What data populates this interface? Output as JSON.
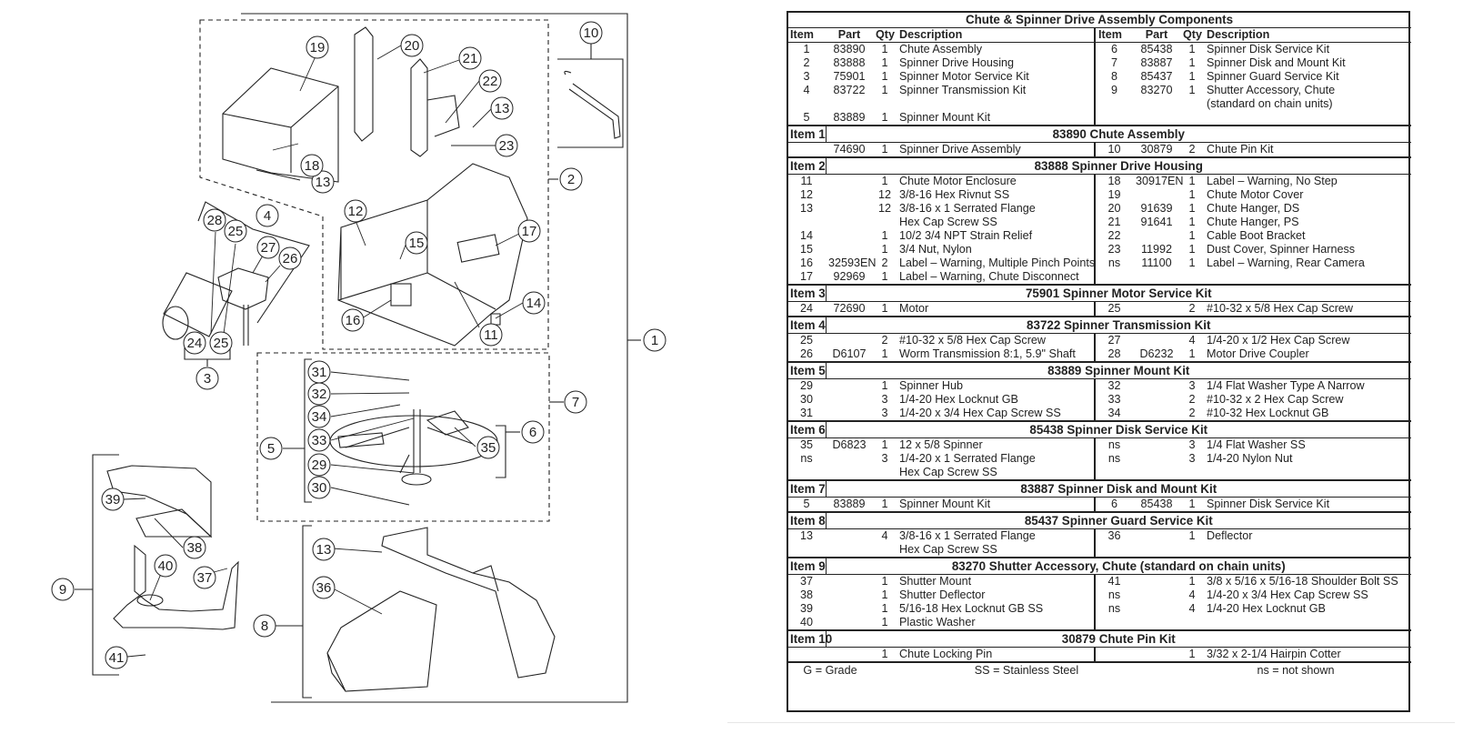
{
  "callouts": [
    "1",
    "2",
    "3",
    "4",
    "5",
    "6",
    "7",
    "8",
    "9",
    "10",
    "11",
    "12",
    "13",
    "13",
    "13",
    "14",
    "15",
    "16",
    "17",
    "18",
    "19",
    "20",
    "21",
    "22",
    "23",
    "24",
    "25",
    "25",
    "26",
    "27",
    "28",
    "29",
    "30",
    "31",
    "32",
    "33",
    "34",
    "35",
    "36",
    "37",
    "38",
    "39",
    "40",
    "41"
  ],
  "table": {
    "title": "Chute & Spinner Drive Assembly Components",
    "headers": [
      "Item",
      "Part",
      "Qty",
      "Description",
      "Item",
      "Part",
      "Qty",
      "Description"
    ],
    "components": [
      [
        "1",
        "83890",
        "1",
        "Chute Assembly",
        "6",
        "85438",
        "1",
        "Spinner Disk Service Kit"
      ],
      [
        "2",
        "83888",
        "1",
        "Spinner Drive Housing",
        "7",
        "83887",
        "1",
        "Spinner Disk and Mount Kit"
      ],
      [
        "3",
        "75901",
        "1",
        "Spinner Motor Service Kit",
        "8",
        "85437",
        "1",
        "Spinner Guard Service Kit"
      ],
      [
        "4",
        "83722",
        "1",
        "Spinner Transmission Kit",
        "9",
        "83270",
        "1",
        "Shutter Accessory, Chute"
      ],
      [
        "",
        "",
        "",
        "",
        "",
        "",
        "",
        "(standard on chain units)"
      ],
      [
        "5",
        "83889",
        "1",
        "Spinner Mount Kit",
        "",
        "",
        "",
        ""
      ]
    ],
    "sections": [
      {
        "label": "Item 1",
        "title": "83890  Chute Assembly",
        "rows": [
          [
            "",
            "74690",
            "1",
            "Spinner Drive Assembly",
            "10",
            "30879",
            "2",
            "Chute Pin Kit"
          ]
        ]
      },
      {
        "label": "Item 2",
        "title": "83888  Spinner Drive Housing",
        "rows": [
          [
            "11",
            "",
            "1",
            "Chute Motor Enclosure",
            "18",
            "30917EN",
            "1",
            "Label – Warning, No Step"
          ],
          [
            "12",
            "",
            "12",
            "3/8-16 Hex Rivnut SS",
            "19",
            "",
            "1",
            "Chute Motor Cover"
          ],
          [
            "13",
            "",
            "12",
            "3/8-16 x 1 Serrated Flange",
            "20",
            "91639",
            "1",
            "Chute Hanger, DS"
          ],
          [
            "",
            "",
            "",
            "Hex Cap Screw SS",
            "21",
            "91641",
            "1",
            "Chute Hanger, PS"
          ],
          [
            "14",
            "",
            "1",
            "10/2 3/4 NPT Strain Relief",
            "22",
            "",
            "1",
            "Cable Boot Bracket"
          ],
          [
            "15",
            "",
            "1",
            "3/4 Nut, Nylon",
            "23",
            "11992",
            "1",
            "Dust Cover, Spinner Harness"
          ],
          [
            "16",
            "32593EN",
            "2",
            "Label – Warning, Multiple Pinch Points",
            "ns",
            "11100",
            "1",
            "Label – Warning, Rear Camera"
          ],
          [
            "17",
            "92969",
            "1",
            "Label – Warning, Chute Disconnect",
            "",
            "",
            "",
            ""
          ]
        ]
      },
      {
        "label": "Item 3",
        "title": "75901  Spinner Motor Service Kit",
        "rows": [
          [
            "24",
            "72690",
            "1",
            "Motor",
            "25",
            "",
            "2",
            "#10-32 x 5/8 Hex Cap Screw"
          ]
        ]
      },
      {
        "label": "Item 4",
        "title": "83722  Spinner Transmission Kit",
        "rows": [
          [
            "25",
            "",
            "2",
            "#10-32 x 5/8 Hex Cap Screw",
            "27",
            "",
            "4",
            "1/4-20 x 1/2 Hex Cap Screw"
          ],
          [
            "26",
            "D6107",
            "1",
            "Worm Transmission 8:1, 5.9\" Shaft",
            "28",
            "D6232",
            "1",
            "Motor Drive Coupler"
          ]
        ]
      },
      {
        "label": "Item 5",
        "title": "83889  Spinner Mount Kit",
        "rows": [
          [
            "29",
            "",
            "1",
            "Spinner Hub",
            "32",
            "",
            "3",
            "1/4 Flat Washer Type A Narrow"
          ],
          [
            "30",
            "",
            "3",
            "1/4-20 Hex Locknut GB",
            "33",
            "",
            "2",
            "#10-32 x 2 Hex Cap Screw"
          ],
          [
            "31",
            "",
            "3",
            "1/4-20 x 3/4 Hex Cap Screw SS",
            "34",
            "",
            "2",
            "#10-32 Hex Locknut GB"
          ]
        ]
      },
      {
        "label": "Item 6",
        "title": "85438  Spinner Disk Service Kit",
        "rows": [
          [
            "35",
            "D6823",
            "1",
            "12 x 5/8 Spinner",
            "ns",
            "",
            "3",
            "1/4 Flat Washer SS"
          ],
          [
            "ns",
            "",
            "3",
            "1/4-20 x 1 Serrated Flange",
            "ns",
            "",
            "3",
            "1/4-20 Nylon Nut"
          ],
          [
            "",
            "",
            "",
            "Hex Cap Screw SS",
            "",
            "",
            "",
            ""
          ]
        ]
      },
      {
        "label": "Item 7",
        "title": "83887  Spinner Disk and Mount Kit",
        "rows": [
          [
            "5",
            "83889",
            "1",
            "Spinner Mount Kit",
            "6",
            "85438",
            "1",
            "Spinner Disk Service Kit"
          ]
        ]
      },
      {
        "label": "Item 8",
        "title": "85437  Spinner Guard Service Kit",
        "rows": [
          [
            "13",
            "",
            "4",
            "3/8-16 x 1 Serrated Flange",
            "36",
            "",
            "1",
            "Deflector"
          ],
          [
            "",
            "",
            "",
            "Hex Cap Screw SS",
            "",
            "",
            "",
            ""
          ]
        ]
      },
      {
        "label": "Item 9",
        "title": "83270  Shutter Accessory, Chute (standard on chain units)",
        "rows": [
          [
            "37",
            "",
            "1",
            "Shutter Mount",
            "41",
            "",
            "1",
            "3/8 x 5/16 x 5/16-18 Shoulder Bolt SS"
          ],
          [
            "38",
            "",
            "1",
            "Shutter Deflector",
            "ns",
            "",
            "4",
            "1/4-20 x 3/4 Hex Cap Screw SS"
          ],
          [
            "39",
            "",
            "1",
            "5/16-18 Hex Locknut GB SS",
            "ns",
            "",
            "4",
            "1/4-20 Hex Locknut GB"
          ],
          [
            "40",
            "",
            "1",
            "Plastic Washer",
            "",
            "",
            "",
            ""
          ]
        ]
      },
      {
        "label": "Item 10",
        "title": "30879  Chute Pin Kit",
        "rows": [
          [
            "",
            "",
            "1",
            "Chute Locking Pin",
            "",
            "",
            "1",
            "3/32 x 2-1/4 Hairpin Cotter"
          ]
        ]
      }
    ],
    "footer": [
      "G = Grade",
      "SS = Stainless Steel",
      "ns = not shown"
    ]
  }
}
